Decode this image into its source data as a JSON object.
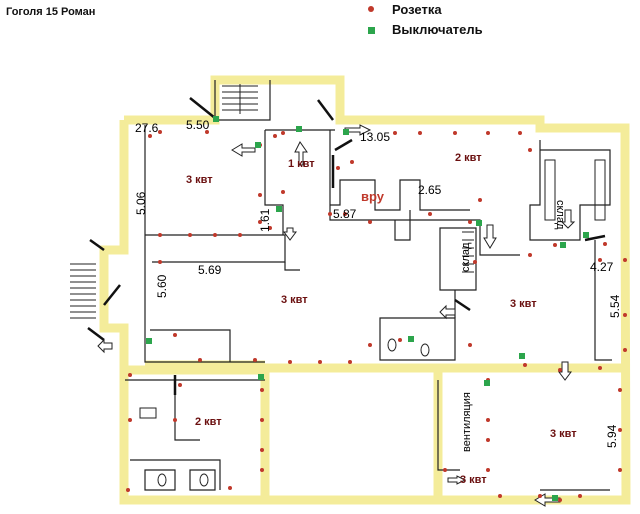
{
  "header": {
    "address": "Гоголя 15   Роман"
  },
  "legend": {
    "socket": "Розетка",
    "switch": "Выключатель"
  },
  "colors": {
    "wall": "#f4ec9a",
    "socket": "#c0392b",
    "switch": "#2ca54c",
    "power_text": "#6b1010"
  },
  "dimensions": {
    "d1": "27.6",
    "d2": "5.50",
    "d3": "13.05",
    "d4": "5.06",
    "d5": "1.61",
    "d6": "5.87",
    "d7": "2.65",
    "d8": "5.60",
    "d9": "5.69",
    "d10": "4.27",
    "d11": "5.54",
    "d12": "5.94"
  },
  "rooms": {
    "r1": "3 квт",
    "r2": "1 квт",
    "r3": "2 квт",
    "r4": "3 квт",
    "r5": "3 квт",
    "r6": "2 квт",
    "r7": "3 квт",
    "r8": "3 квт"
  },
  "labels": {
    "vru": "вру",
    "sklad1": "склад",
    "sklad2": "склад",
    "vent": "вентиляция"
  }
}
